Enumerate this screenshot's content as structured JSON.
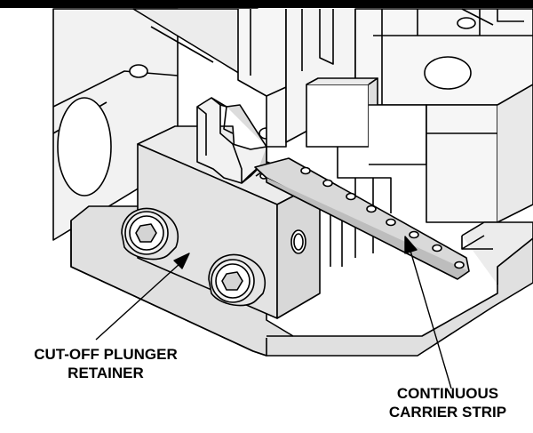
{
  "callouts": {
    "retainer": {
      "line1": "CUT-OFF PLUNGER",
      "line2": "RETAINER"
    },
    "strip": {
      "line1": "CONTINUOUS",
      "line2": "CARRIER STRIP"
    }
  },
  "colors": {
    "outline": "#000000",
    "light_face": "#ffffff",
    "shade_face": "#e6e6e6",
    "dark_face": "#cfcfcf",
    "steel": "#d9d9d9",
    "base_plate": "#e0e0e0"
  },
  "icons": [
    "socket-head-cap-screw",
    "socket-head-cap-screw",
    "leader-arrow",
    "leader-arrow"
  ]
}
